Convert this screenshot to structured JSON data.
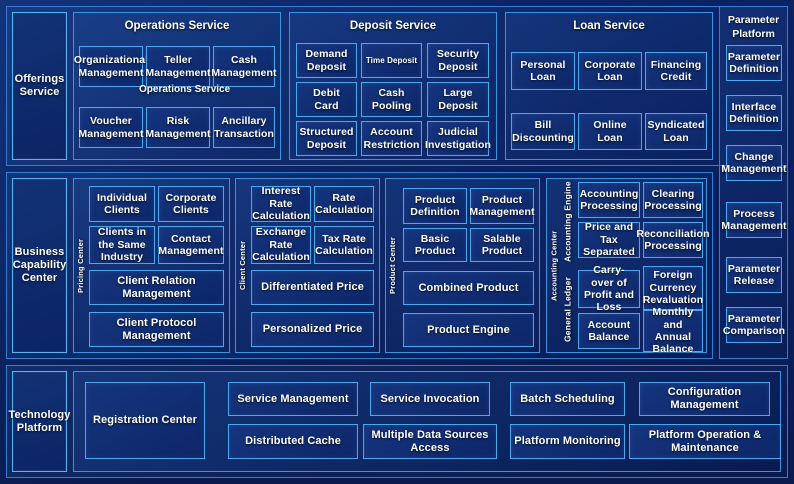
{
  "rows": {
    "offerings": {
      "label": "Offerings\nService"
    },
    "business": {
      "label": "Business\nCapability\nCenter"
    },
    "technology": {
      "label": "Technology\nPlatform"
    }
  },
  "offerings_service": {
    "groups": [
      {
        "title": "Operations Service",
        "stray_title": "Operations Service",
        "cells": [
          "Organizational Management",
          "Teller Management",
          "Cash Management",
          "Voucher Management",
          "Risk Management",
          "Ancillary Transaction"
        ]
      },
      {
        "title": "Deposit Service",
        "cells": [
          "Demand Deposit",
          "Time Deposit",
          "Security Deposit",
          "Debit Card",
          "Cash Pooling",
          "Large Deposit",
          "Structured Deposit",
          "Account Restriction",
          "Judicial Investigation"
        ]
      },
      {
        "title": "Loan Service",
        "cells": [
          "Personal Loan",
          "Corporate Loan",
          "Financing Credit",
          "Bill Discounting",
          "Online Loan",
          "Syndicated Loan"
        ]
      }
    ]
  },
  "business_capability_center": {
    "centers": [
      {
        "vlabel": "Pricing Center",
        "cells": [
          "Individual Clients",
          "Corporate Clients",
          "Clients in the Same Industry",
          "Contact Management"
        ],
        "wide": [
          "Client Relation Management",
          "Client Protocol Management"
        ]
      },
      {
        "vlabel": "Client Center",
        "cells": [
          "Interest Rate Calculation",
          "Rate Calculation",
          "Exchange Rate Calculation",
          "Tax Rate Calculation"
        ],
        "wide": [
          "Differentiated Price",
          "Personalized Price"
        ]
      },
      {
        "vlabel": "Product Center",
        "cells": [
          "Product Definition",
          "Product Management",
          "Basic Product",
          "Salable Product"
        ],
        "wide": [
          "Combined Product",
          "Product Engine"
        ]
      },
      {
        "vlabel": "Accounting Center",
        "sub_engine": "Accounting Engine",
        "sub_ledger": "General  Ledger",
        "engine_cells": [
          "Accounting Processing",
          "Clearing Processing",
          "Price and Tax Separated",
          "Reconciliation Processing"
        ],
        "ledger_cells": [
          "Carry-over of Profit and Loss",
          "Foreign Currency Revaluation",
          "Account Balance",
          "Monthly and Annual Balance"
        ]
      }
    ]
  },
  "parameter_platform": {
    "title": "Parameter\nPlatform",
    "cells": [
      "Parameter Definition",
      "Interface Definition",
      "Change Management",
      "Process Management",
      "Parameter Release",
      "Parameter Comparison"
    ]
  },
  "technology_platform": {
    "registration": "Registration Center",
    "cells": [
      "Service Management",
      "Service Invocation",
      "Batch Scheduling",
      "Configuration Management",
      "Distributed Cache",
      "Multiple Data Sources Access",
      "Platform Monitoring",
      "Platform Operation & Maintenance"
    ]
  },
  "colors": {
    "background": "#0a2060",
    "border_bright": "#4aa8ef",
    "border_band": "#2f7fd6",
    "cell_fill": "#14327a",
    "text": "#ffffff"
  }
}
